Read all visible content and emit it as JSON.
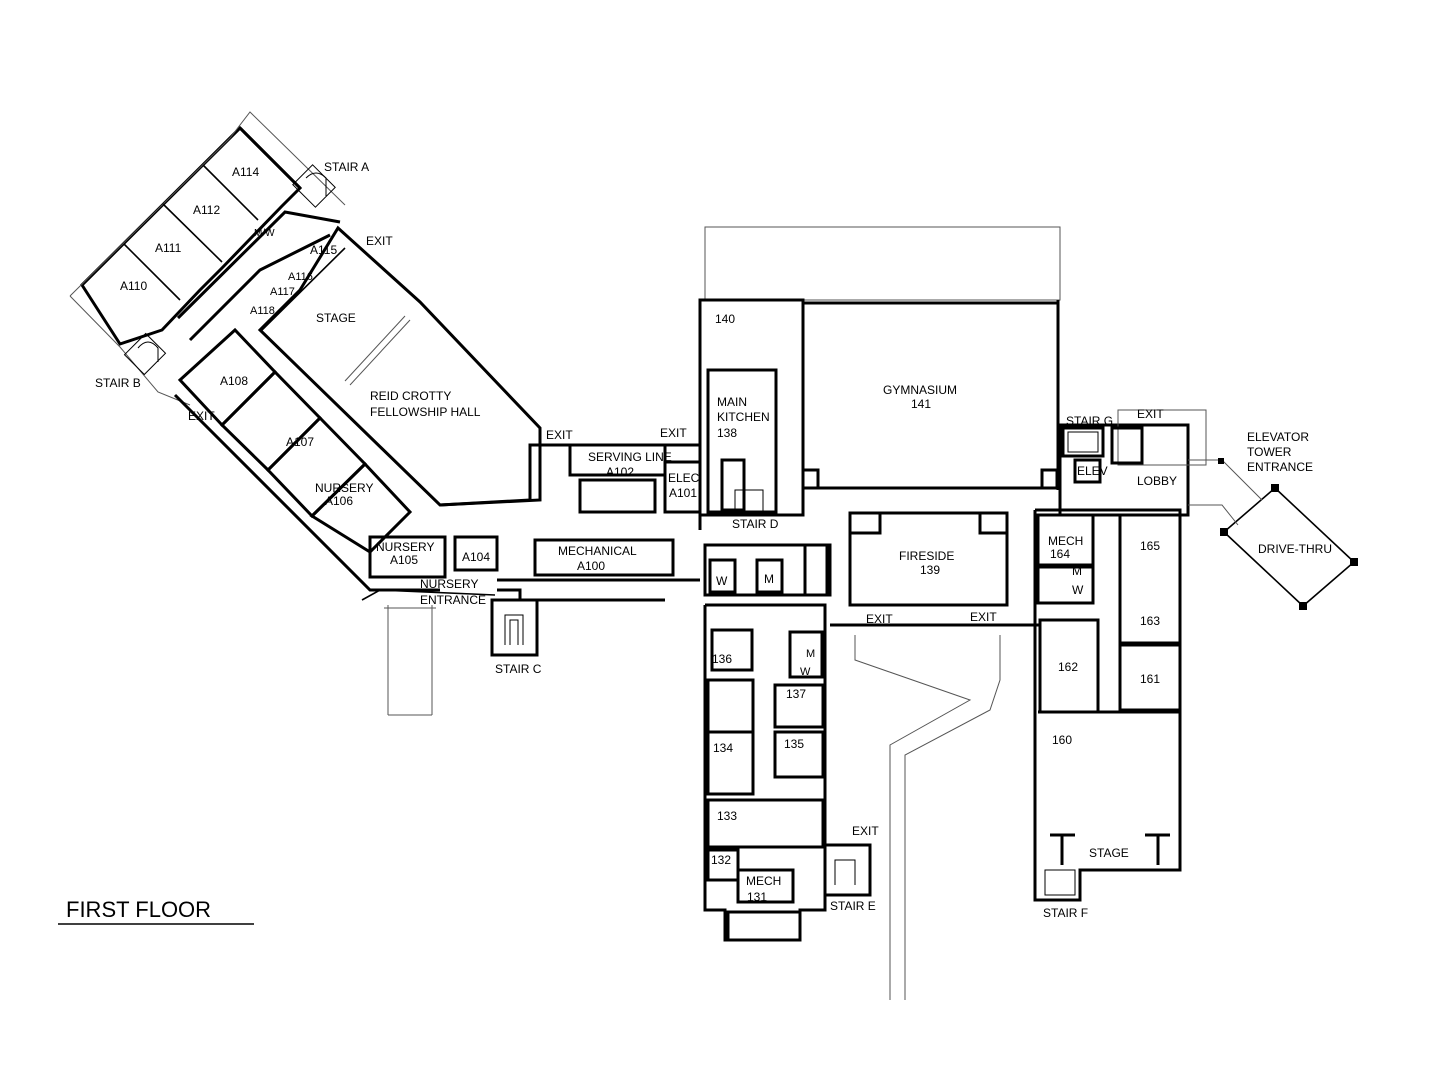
{
  "title": "FIRST FLOOR",
  "labels": {
    "a114": "A114",
    "a112": "A112",
    "a111": "A111",
    "a110": "A110",
    "mw": "M/W",
    "a115": "A115",
    "a116": "A116",
    "a117": "A117",
    "a118": "A118",
    "stage_west": "STAGE",
    "stair_a": "STAIR A",
    "exit_a": "EXIT",
    "stair_b": "STAIR B",
    "exit_b": "EXIT",
    "a108": "A108",
    "hall_line1": "REID CROTTY",
    "hall_line2": "FELLOWSHIP HALL",
    "a107": "A107",
    "nursery_a106": "NURSERY",
    "a106": "A106",
    "nursery_a105": "NURSERY",
    "a105": "A105",
    "a104": "A104",
    "nursery_entrance_1": "NURSERY",
    "nursery_entrance_2": "ENTRANCE",
    "stair_c": "STAIR C",
    "exit_hall": "EXIT",
    "serving_line": "SERVING LINE",
    "a102": "A102",
    "exit_serving": "EXIT",
    "elec": "ELEC",
    "a101": "A101",
    "mechanical": "MECHANICAL",
    "a100": "A100",
    "r140": "140",
    "main_kitchen_1": "MAIN",
    "main_kitchen_2": "KITCHEN",
    "r138": "138",
    "stair_d": "STAIR D",
    "gymnasium": "GYMNASIUM",
    "r141": "141",
    "w1": "W",
    "m1": "M",
    "fireside": "FIRESIDE",
    "r139": "139",
    "exit_fireside_1": "EXIT",
    "exit_fireside_2": "EXIT",
    "r136": "136",
    "m2": "M",
    "w2": "W",
    "r137": "137",
    "r134": "134",
    "r135": "135",
    "r133": "133",
    "r132": "132",
    "mech_131": "MECH",
    "r131": "131",
    "exit_e": "EXIT",
    "stair_e": "STAIR E",
    "stair_g": "STAIR G",
    "exit_g": "EXIT",
    "elev": "ELEV",
    "lobby": "LOBBY",
    "elevator_1": "ELEVATOR",
    "elevator_2": "TOWER",
    "elevator_3": "ENTRANCE",
    "drive_thru": "DRIVE-THRU",
    "mech_164": "MECH",
    "r164": "164",
    "m3": "M",
    "w3": "W",
    "r165": "165",
    "r163": "163",
    "r162": "162",
    "r161": "161",
    "r160": "160",
    "stage_east": "STAGE",
    "stair_f": "STAIR F"
  }
}
